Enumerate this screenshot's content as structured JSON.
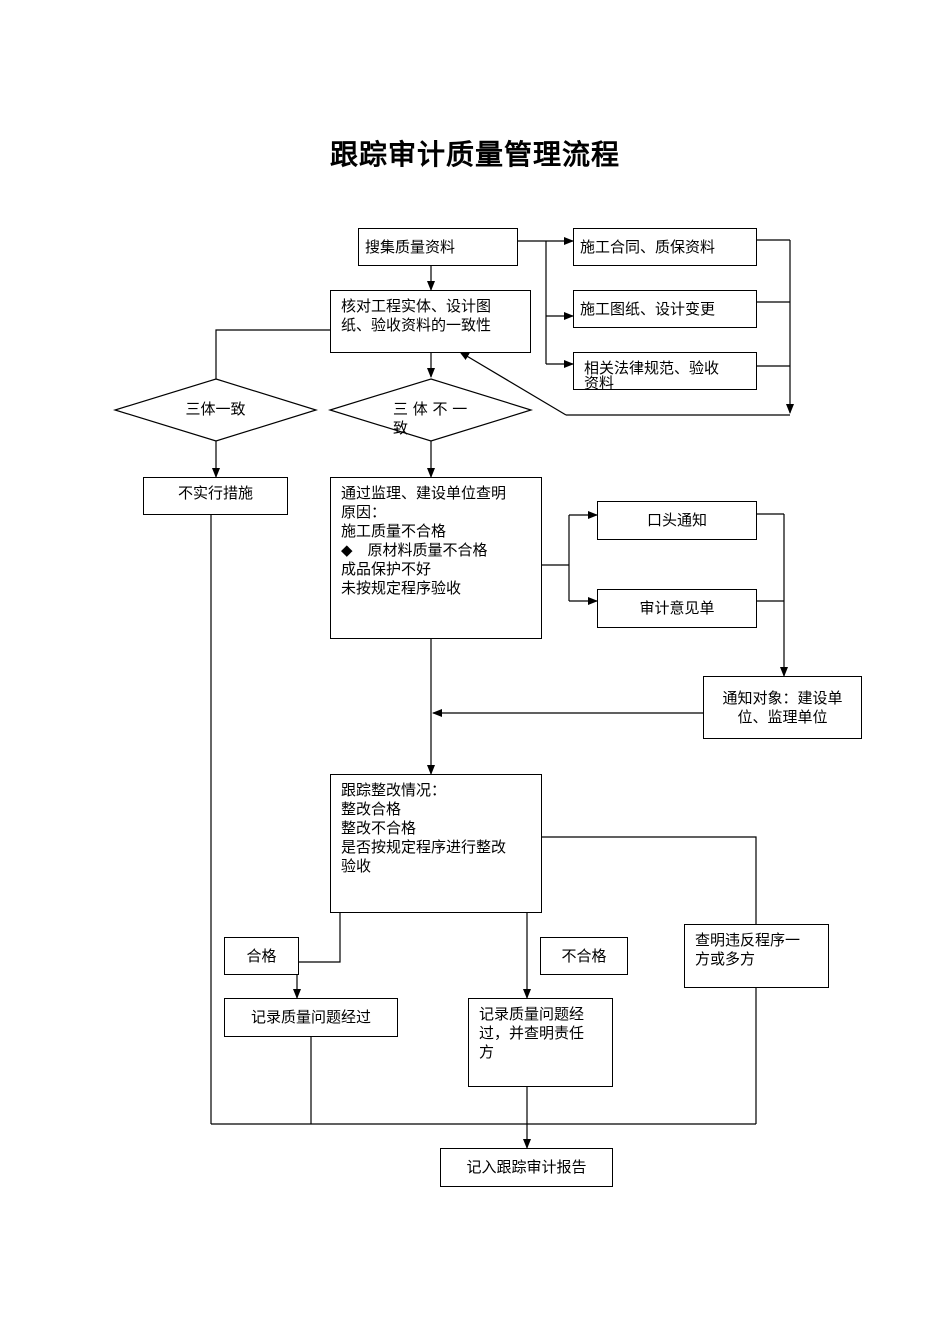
{
  "title": "跟踪审计质量管理流程",
  "nodes": {
    "collect": "搜集质量资料",
    "contract": "施工合同、质保资料",
    "drawings": "施工图纸、设计变更",
    "laws": [
      "相关法律规范、验收",
      "资料"
    ],
    "verify": [
      "核对工程实体、设计图",
      "纸、验收资料的一致性"
    ],
    "consistent": "三体一致",
    "inconsistent": [
      "三 体 不 一",
      "致"
    ],
    "no_measure": "不实行措施",
    "cause": [
      "通过监理、建设单位查明",
      "原因：",
      "施工质量不合格",
      "◆　原材料质量不合格",
      "成品保护不好",
      "未按规定程序验收"
    ],
    "oral": "口头通知",
    "audit_opinion": "审计意见单",
    "notify": [
      "通知对象：建设单",
      "位、监理单位"
    ],
    "track": [
      "跟踪整改情况：",
      "整改合格",
      "整改不合格",
      "是否按规定程序进行整改",
      "验收"
    ],
    "pass": "合格",
    "fail": "不合格",
    "violation": [
      "查明违反程序一",
      "方或多方"
    ],
    "record_pass": "记录质量问题经过",
    "record_fail": [
      "记录质量问题经",
      "过，并查明责任",
      "方"
    ],
    "report": "记入跟踪审计报告"
  }
}
